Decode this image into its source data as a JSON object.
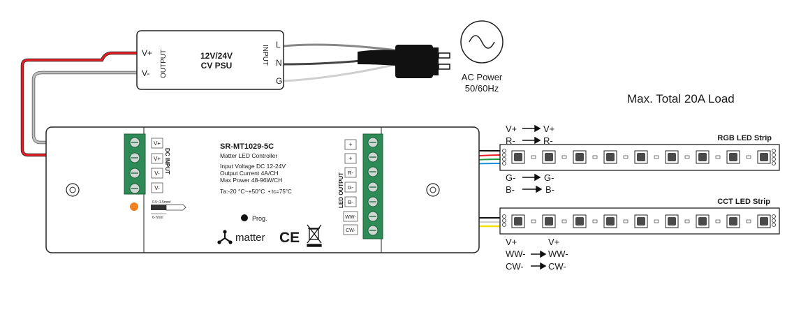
{
  "psu": {
    "v_plus": "V+",
    "v_minus": "V-",
    "output_label": "OUTPUT",
    "title_line1": "12V/24V",
    "title_line2": "CV PSU",
    "input_label": "INPUT",
    "pin_l": "L",
    "pin_n": "N",
    "pin_g": "G"
  },
  "ac": {
    "line1": "AC Power",
    "line2": "50/60Hz"
  },
  "max_load": "Max. Total 20A Load",
  "controller": {
    "model": "SR-MT1029-5C",
    "subtitle": "Matter LED Controller",
    "spec1": "Input Voltage DC 12-24V",
    "spec2": "Output Current 4A/CH",
    "spec3": "Max Power 48-96W/CH",
    "temp": "Ta:-20 °C~+50°C",
    "tc": "• tc=75°C",
    "prog": "Prog.",
    "matter": "matter",
    "ce": "CE",
    "dc_input": "DC INPUT",
    "dc_terminals": [
      "V+",
      "V+",
      "V-",
      "V-"
    ],
    "wire_spec1": "0.5~1.5mm²",
    "wire_spec2": "6-7mm",
    "led_output": "LED OUTPUT",
    "out_terminals": [
      "+",
      "+",
      "R-",
      "G-",
      "B-",
      "WW-",
      "CW-"
    ]
  },
  "rgb_strip": {
    "title": "RGB LED Strip",
    "map_top": [
      {
        "from": "V+",
        "to": "V+"
      },
      {
        "from": "R-",
        "to": "R-"
      }
    ],
    "map_bottom": [
      {
        "from": "G-",
        "to": "G-"
      },
      {
        "from": "B-",
        "to": "B-"
      }
    ]
  },
  "cct_strip": {
    "title": "CCT LED Strip",
    "map_bottom": [
      {
        "from": "V+",
        "to": "V+"
      },
      {
        "from": "WW-",
        "to": "WW-"
      },
      {
        "from": "CW-",
        "to": "CW-"
      }
    ]
  },
  "colors": {
    "red_wire": "#e31e24",
    "green_wire": "#1a9a3a",
    "blue_wire": "#1a8fe0",
    "yellow_wire": "#f5e000",
    "grey_wire": "#a8a8a8",
    "terminal_green": "#2e8b57",
    "orange_dot": "#f08020"
  }
}
